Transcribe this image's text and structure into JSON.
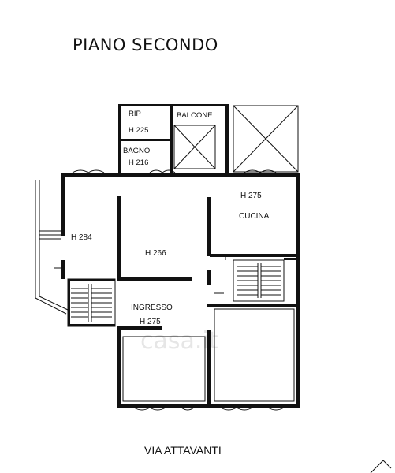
{
  "title": "PIANO SECONDO",
  "street": "VIA ATTAVANTI",
  "watermark": "casa.it",
  "rooms": {
    "rip": {
      "name": "RIP",
      "height": "H 225"
    },
    "balcone": {
      "name": "BALCONE"
    },
    "bagno": {
      "name": "BAGNO",
      "height": "H 216"
    },
    "cucina": {
      "name": "CUCINA",
      "height": "H 275"
    },
    "west": {
      "height": "H 284"
    },
    "central": {
      "height": "H 266"
    },
    "ingresso": {
      "name": "INGRESSO",
      "height": "H 275"
    }
  }
}
